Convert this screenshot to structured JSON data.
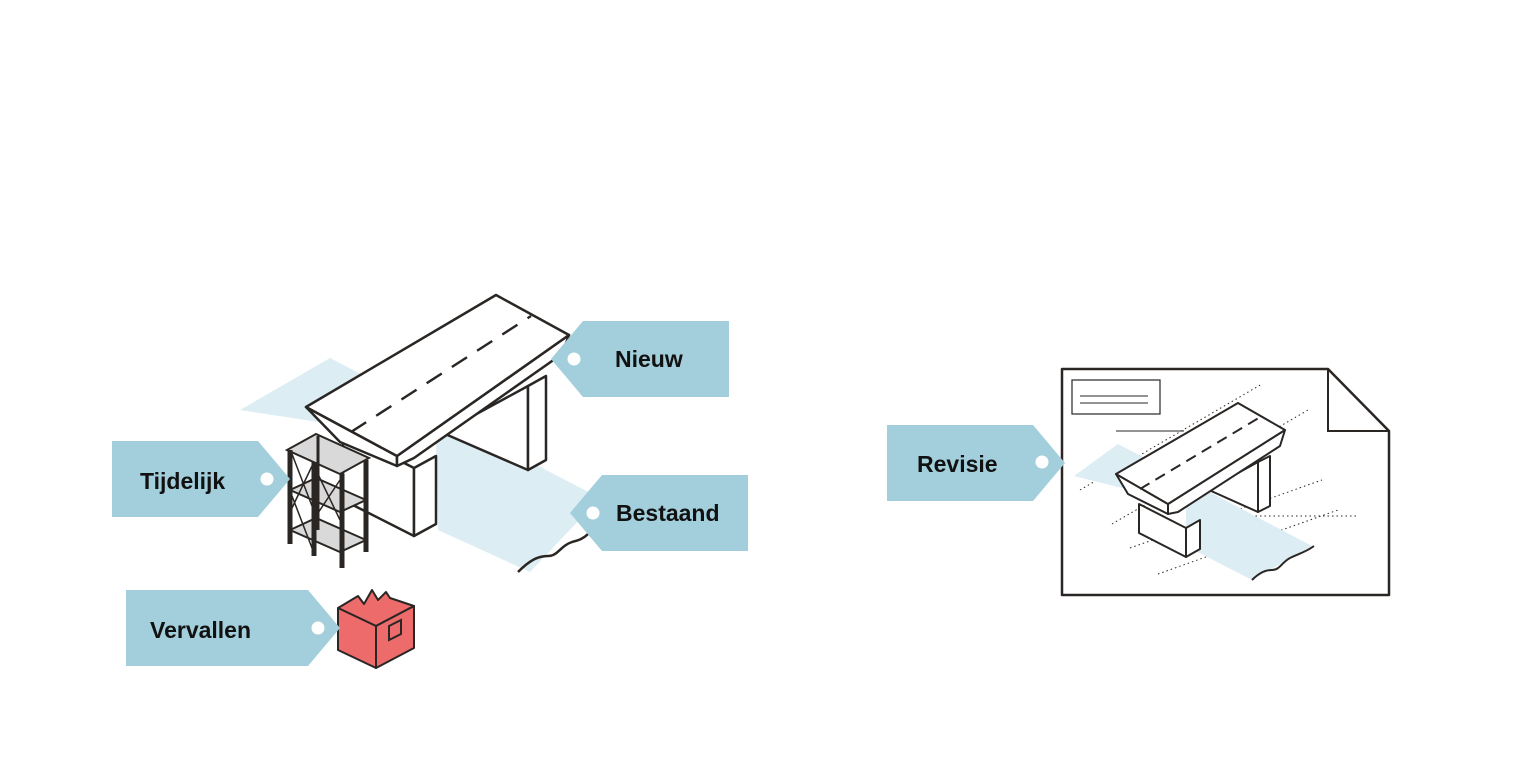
{
  "tags": {
    "nieuw": "Nieuw",
    "bestaand": "Bestaand",
    "tijdelijk": "Tijdelijk",
    "vervallen": "Vervallen",
    "revisie": "Revisie"
  },
  "colors": {
    "tag": "#a3cedb",
    "shadow": "#dcedf3",
    "line": "#2a2624",
    "scaffold": "#d9d9d9",
    "demolished": "#ee6b6b"
  }
}
